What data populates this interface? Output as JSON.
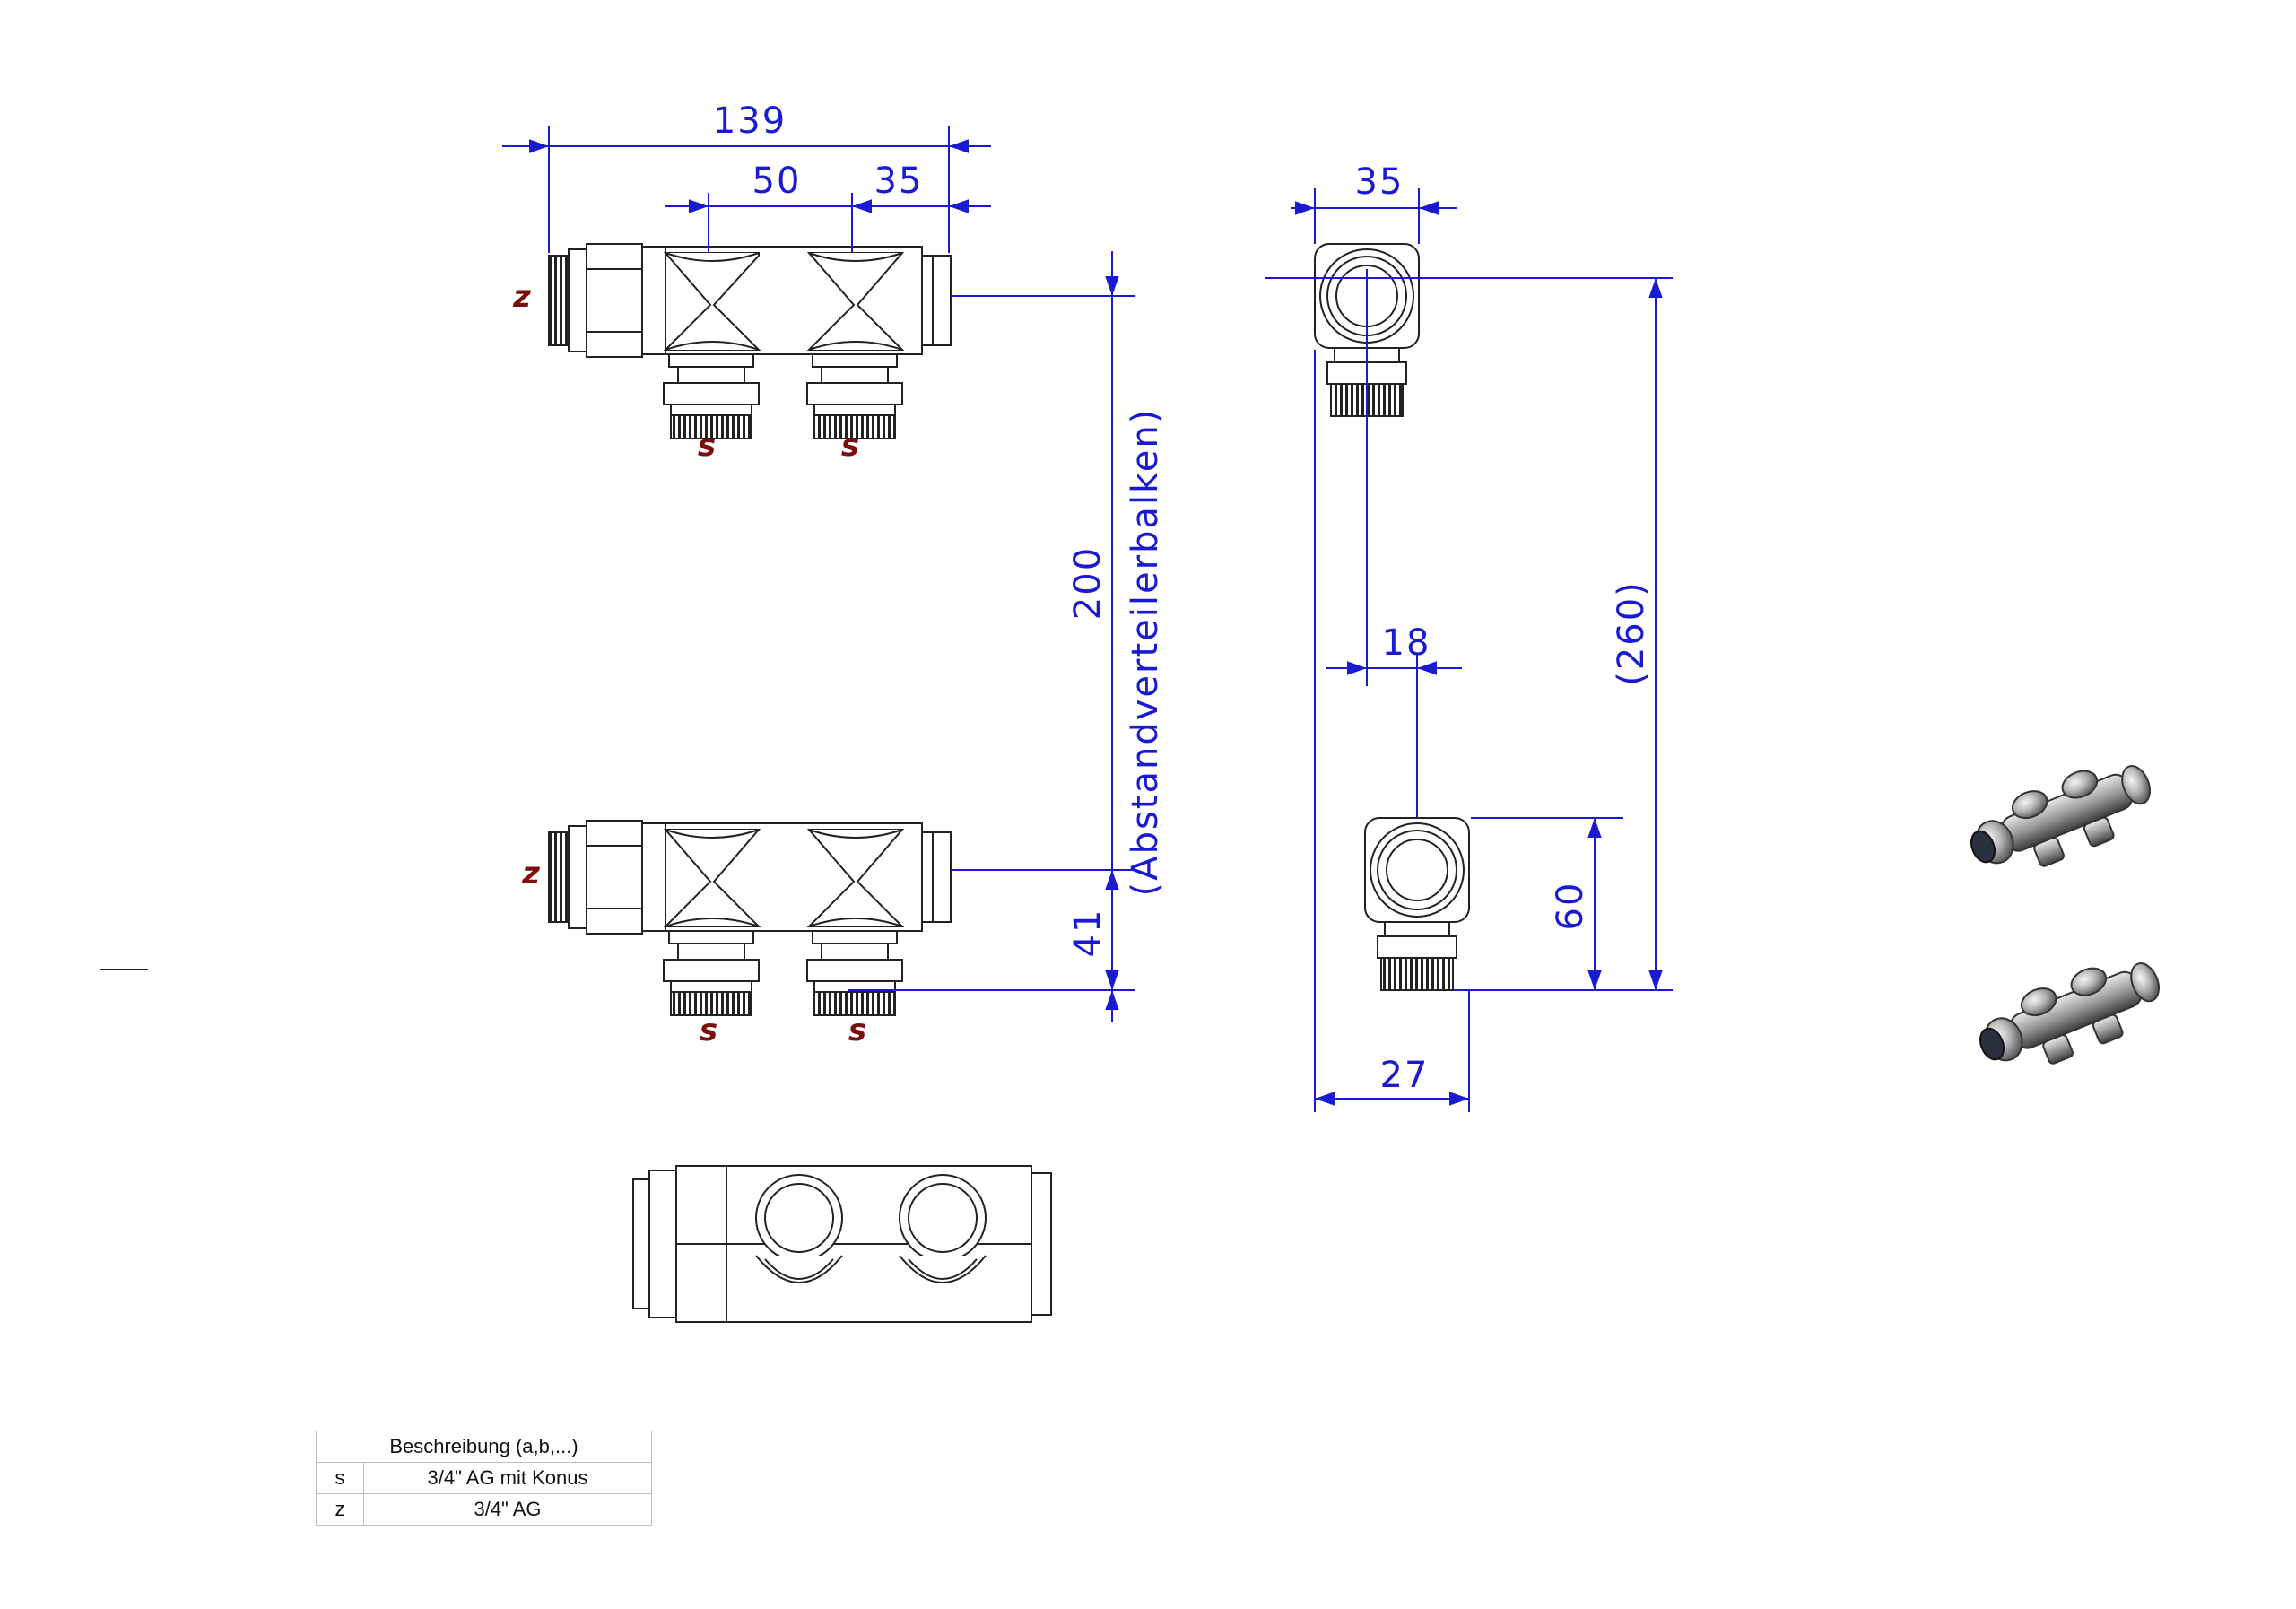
{
  "dimensions": {
    "overall_length": "139",
    "port_spacing": "50",
    "end_offset": "35",
    "center_distance": "200",
    "center_distance_note": "(Abstandverteilerbalken)",
    "outlet_height": "41",
    "side_width": "35",
    "side_offset": "18",
    "side_total_height": "(260)",
    "side_lower_height": "60",
    "side_depth": "27"
  },
  "connection_codes": {
    "supply": "s",
    "inlet": "z"
  },
  "legend": {
    "header": "Beschreibung (a,b,...)",
    "rows": [
      {
        "code": "s",
        "description": "3/4\" AG mit Konus"
      },
      {
        "code": "z",
        "description": "3/4\" AG"
      }
    ]
  },
  "colors": {
    "dimension": "#1a1ad0",
    "code_label": "#7a0f0f",
    "outline": "#222222"
  }
}
